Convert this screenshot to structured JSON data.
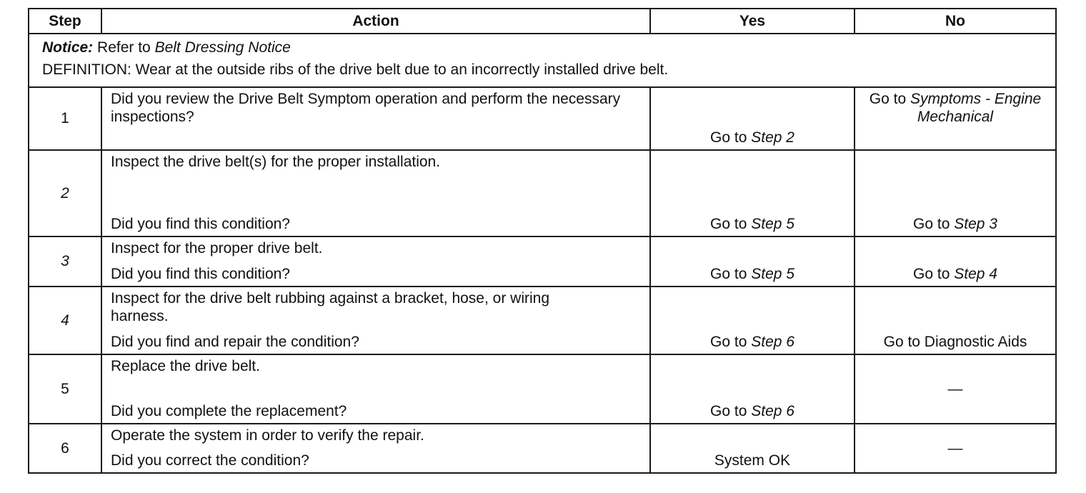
{
  "headers": {
    "step": "Step",
    "action": "Action",
    "yes": "Yes",
    "no": "No"
  },
  "notice": {
    "label": "Notice:",
    "text": " Refer to ",
    "ref": "Belt Dressing Notice",
    "definition": "DEFINITION: Wear at the outside ribs of the drive belt due to an incorrectly installed drive belt."
  },
  "rows": [
    {
      "step": "1",
      "action": "Did you review the Drive Belt Symptom operation and perform the necessary inspections?",
      "question": "",
      "yes_prefix": "Go to ",
      "yes_ref": "Step 2",
      "no_prefix": "Go to ",
      "no_ref": "Symptoms - Engine Mechanical"
    },
    {
      "step": "2",
      "action": "Inspect the drive belt(s) for the proper installation.",
      "question": "Did you find this condition?",
      "yes_prefix": "Go to ",
      "yes_ref": "Step 5",
      "no_prefix": "Go to ",
      "no_ref": "Step 3"
    },
    {
      "step": "3",
      "action": "Inspect for the proper drive belt.",
      "question": "Did you find this condition?",
      "yes_prefix": "Go to ",
      "yes_ref": "Step 5",
      "no_prefix": "Go to ",
      "no_ref": "Step 4"
    },
    {
      "step": "4",
      "action": "Inspect for the drive belt rubbing against a bracket, hose, or wiring harness.",
      "question": "Did you find and repair the condition?",
      "yes_prefix": "Go to ",
      "yes_ref": "Step 6",
      "no_text": "Go to Diagnostic Aids"
    },
    {
      "step": "5",
      "action": "Replace the drive belt.",
      "question": "Did you complete the replacement?",
      "yes_prefix": "Go to ",
      "yes_ref": "Step 6",
      "no_text": "—"
    },
    {
      "step": "6",
      "action": "Operate the system in order to verify the repair.",
      "question": "Did you correct the condition?",
      "yes_text": "System OK",
      "no_text": "—"
    }
  ]
}
